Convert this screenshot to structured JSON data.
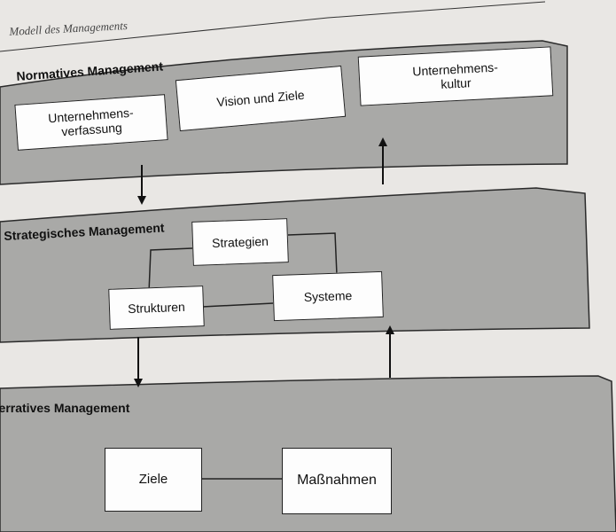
{
  "caption": "Modell des Managements",
  "layers": {
    "normative": {
      "title": "Normatives Management",
      "boxes": [
        "Unternehmens-\nverfassung",
        "Vision und Ziele",
        "Unternehmens-\nkultur"
      ]
    },
    "strategic": {
      "title": "Strategisches Management",
      "boxes": [
        "Strategien",
        "Strukturen",
        "Systeme"
      ]
    },
    "operative": {
      "title": "perratives Management",
      "boxes": [
        "Ziele",
        "Maßnahmen"
      ]
    }
  },
  "colors": {
    "band": "#a9a9a7",
    "band_edge": "#2a2a2a",
    "box_fill": "#fdfdfd",
    "page": "#e9e7e4"
  }
}
